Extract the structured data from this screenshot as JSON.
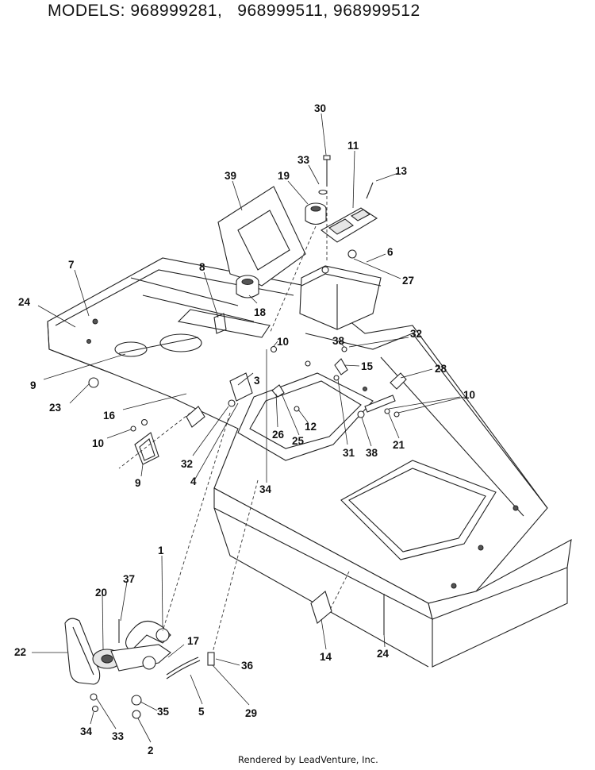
{
  "title": "MODELS: 968999281,   968999511, 968999512",
  "footer": "Rendered by LeadVenture, Inc.",
  "callouts": [
    {
      "id": "c30",
      "text": "30"
    },
    {
      "id": "c33a",
      "text": "33"
    },
    {
      "id": "c11",
      "text": "11"
    },
    {
      "id": "c13",
      "text": "13"
    },
    {
      "id": "c39",
      "text": "39"
    },
    {
      "id": "c19",
      "text": "19"
    },
    {
      "id": "c6",
      "text": "6"
    },
    {
      "id": "c27",
      "text": "27"
    },
    {
      "id": "c7",
      "text": "7"
    },
    {
      "id": "c8",
      "text": "8"
    },
    {
      "id": "c18",
      "text": "18"
    },
    {
      "id": "c24a",
      "text": "24"
    },
    {
      "id": "c10a",
      "text": "10"
    },
    {
      "id": "c38a",
      "text": "38"
    },
    {
      "id": "c32a",
      "text": "32"
    },
    {
      "id": "c15",
      "text": "15"
    },
    {
      "id": "c28",
      "text": "28"
    },
    {
      "id": "c9a",
      "text": "9"
    },
    {
      "id": "c3",
      "text": "3"
    },
    {
      "id": "c23",
      "text": "23"
    },
    {
      "id": "c16",
      "text": "16"
    },
    {
      "id": "c10b",
      "text": "10"
    },
    {
      "id": "c26",
      "text": "26"
    },
    {
      "id": "c12",
      "text": "12"
    },
    {
      "id": "c25",
      "text": "25"
    },
    {
      "id": "c31",
      "text": "31"
    },
    {
      "id": "c38b",
      "text": "38"
    },
    {
      "id": "c21",
      "text": "21"
    },
    {
      "id": "c10c",
      "text": "10"
    },
    {
      "id": "c10d",
      "text": "10"
    },
    {
      "id": "c32b",
      "text": "32"
    },
    {
      "id": "c4",
      "text": "4"
    },
    {
      "id": "c9b",
      "text": "9"
    },
    {
      "id": "c34a",
      "text": "34"
    },
    {
      "id": "c1",
      "text": "1"
    },
    {
      "id": "c37",
      "text": "37"
    },
    {
      "id": "c20",
      "text": "20"
    },
    {
      "id": "c17",
      "text": "17"
    },
    {
      "id": "c22",
      "text": "22"
    },
    {
      "id": "c36",
      "text": "36"
    },
    {
      "id": "c14",
      "text": "14"
    },
    {
      "id": "c24b",
      "text": "24"
    },
    {
      "id": "c35",
      "text": "35"
    },
    {
      "id": "c5",
      "text": "5"
    },
    {
      "id": "c29",
      "text": "29"
    },
    {
      "id": "c34b",
      "text": "34"
    },
    {
      "id": "c33b",
      "text": "33"
    },
    {
      "id": "c2",
      "text": "2"
    }
  ]
}
